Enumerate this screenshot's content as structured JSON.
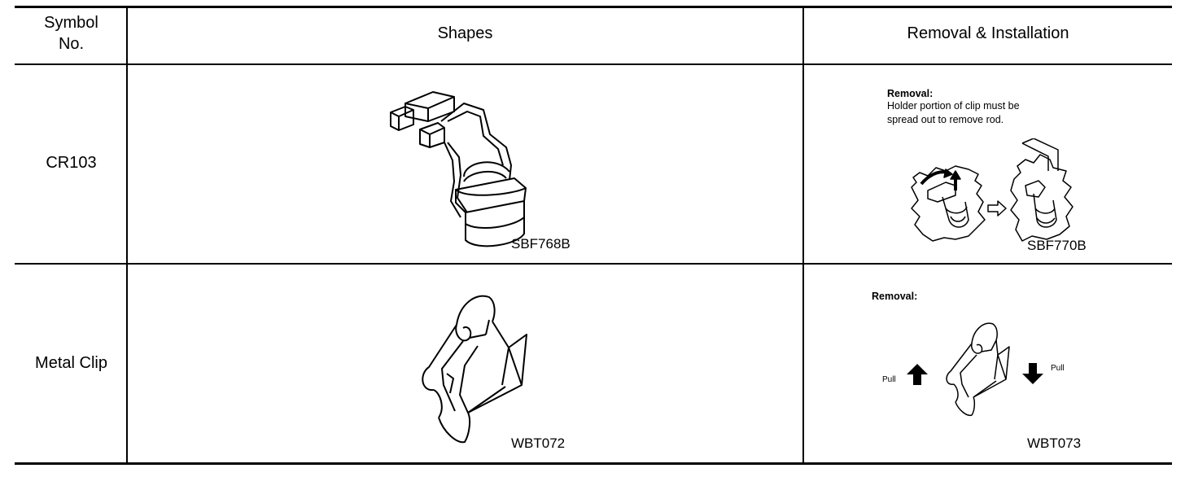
{
  "table": {
    "headers": {
      "symbol": "Symbol\nNo.",
      "shapes": "Shapes",
      "removal": "Removal & Installation"
    },
    "rows": [
      {
        "symbol": "CR103",
        "shape_code": "SBF768B",
        "removal_heading": "Removal:",
        "removal_text_1": "Holder portion of clip must be",
        "removal_text_2": "spread out to remove rod.",
        "removal_code": "SBF770B"
      },
      {
        "symbol": "Metal Clip",
        "shape_code": "WBT072",
        "removal_heading": "Removal:",
        "pull_left": "Pull",
        "pull_right": "Pull",
        "removal_code": "WBT073"
      }
    ]
  }
}
